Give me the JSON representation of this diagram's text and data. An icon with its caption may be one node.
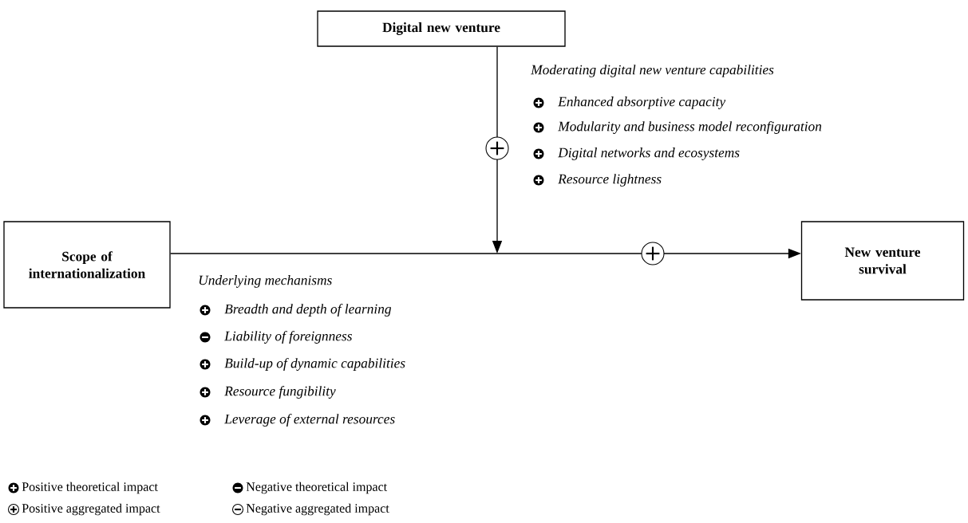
{
  "diagram": {
    "nodes": [
      {
        "text": [
          "Digital new venture"
        ]
      },
      {
        "text": [
          "Scope of internationalization"
        ]
      },
      {
        "text": [
          "New venture survival"
        ]
      }
    ],
    "edges": [
      {
        "from": 1,
        "to": 2,
        "arrow": "to"
      },
      {
        "from": 0,
        "to": null,
        "arrow": "to"
      }
    ],
    "labels": [
      "Moderating digital new venture capabilities",
      "Enhanced absorptive capacity",
      "Modularity and business model reconfiguration",
      "Digital networks and ecosystems",
      "Resource lightness",
      "Underlying mechanisms",
      "Breadth and depth of learning",
      "Liability of foreignness",
      "Build-up of dynamic capabilities",
      "Resource fungibility",
      "Leverage of external resources"
    ],
    "legend": [
      {
        "text": "Positive theoretical impact"
      },
      {
        "text": "Negative theoretical impact"
      },
      {
        "text": "Positive aggregated impact"
      },
      {
        "text": "Negative aggregated impact"
      }
    ]
  }
}
